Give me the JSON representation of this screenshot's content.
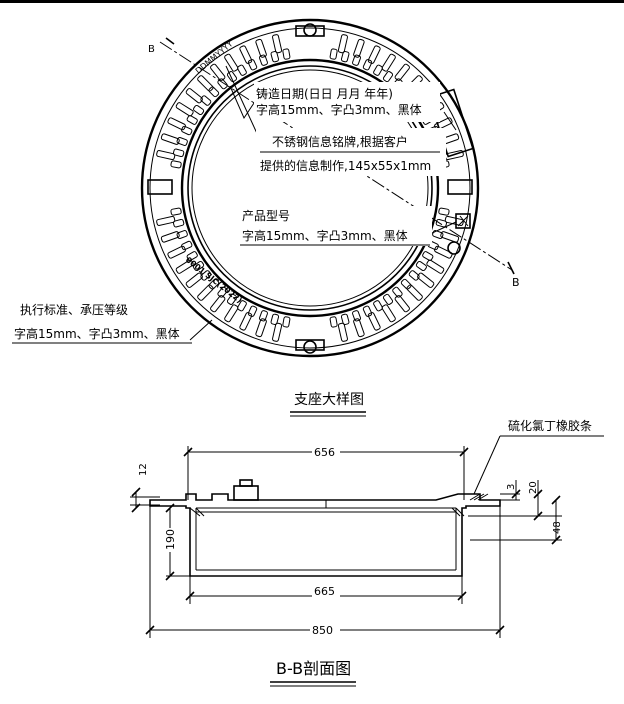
{
  "plan_view": {
    "title": "支座大样图",
    "section_marker": "B",
    "rim_text": "DDMMYYYY",
    "band_text": "0001 SJC(2022)",
    "annotations": {
      "casting_date_line1": "铸造日期(日日 月月 年年)",
      "casting_date_line2": "字高15mm、字凸3mm、黑体",
      "nameplate_line1": "不锈钢信息铭牌,根据客户",
      "nameplate_line2": "提供的信息制作,145x55x1mm",
      "model_line1": "产品型号",
      "model_line2": "字高15mm、字凸3mm、黑体",
      "standard_line1": "执行标准、承压等级",
      "standard_line2": "字高15mm、字凸3mm、黑体"
    }
  },
  "section_view": {
    "title": "B-B剖面图",
    "rubber_label": "硫化氯丁橡胶条",
    "dimensions": {
      "top_width": "656",
      "inner_width": "665",
      "outer_width": "850",
      "flange_thickness": "12",
      "height": "190",
      "rubber_thickness": "3",
      "step_height": "20",
      "total_height": "48"
    }
  }
}
